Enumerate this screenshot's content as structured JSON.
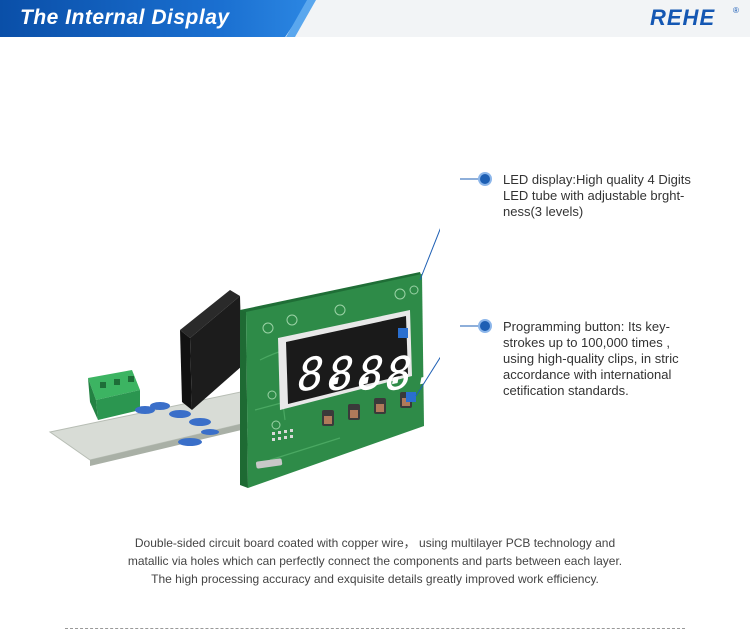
{
  "header": {
    "title": "The Internal Display",
    "logo": "REHE",
    "logo_mark": "®"
  },
  "callouts": [
    {
      "text": "LED display:High quality 4 Digits\nLED tube with adjustable brght-\nness(3 levels)"
    },
    {
      "text": "Programming button:  Its key-\nstrokes up to 100,000 times ,\n using high-quality clips, in stric\naccordance with international\ncetification standards."
    }
  ],
  "description": [
    "Double-sided circuit board coated with copper wire， using multilayer PCB technology and",
    "matallic via holes which can perfectly connect the components and parts between each layer.",
    "The high processing accuracy and exquisite details greatly improved work efficiency."
  ],
  "display": {
    "digits": [
      "8.",
      "8.",
      "8.",
      "8."
    ],
    "digit_color": "#ffffff"
  },
  "colors": {
    "accent": "#1a6fd0",
    "brand": "#1457b3",
    "pcb": "#2e8b48"
  }
}
